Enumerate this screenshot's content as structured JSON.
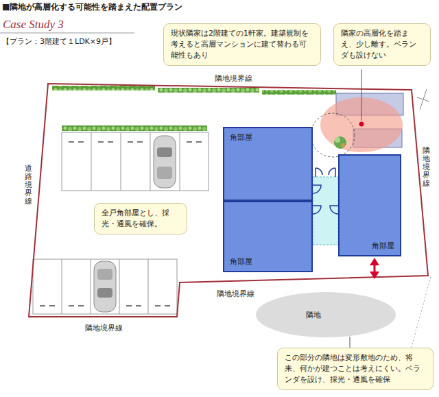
{
  "diagram": {
    "title": "■隣地が高層化する可能性を踏まえた配置プラン",
    "nodes": [
      {
        "text": [
          "現状隣家は2階建ての1軒家。建築規制を考えると高層マンションに建て替わる可能性もあり"
        ]
      },
      {
        "text": [
          "隣家の高層化を踏まえ、少し離す。ベランダも設けない"
        ]
      },
      {
        "text": [
          "角部屋"
        ]
      },
      {
        "text": [
          "角部屋"
        ]
      },
      {
        "text": [
          "角部屋"
        ]
      },
      {
        "text": [
          "全戸角部屋とし、採光・通風を確保。"
        ]
      },
      {
        "text": [
          "隣地"
        ]
      },
      {
        "text": [
          "この部分の隣地は変形敷地のため、将来、何かが建つことは考えにくい。ベランダを設け、採光・通風を確保"
        ]
      }
    ],
    "edges": [
      {
        "from": 7,
        "to": 6,
        "arrow": "none"
      }
    ],
    "labels": [
      "Case Study 3",
      "【プラン：3階建て１LDK×9戸】",
      "隣地境界線",
      "道路境界線",
      "隣地境界線",
      "隣地境界線",
      "隣地境界線"
    ]
  }
}
